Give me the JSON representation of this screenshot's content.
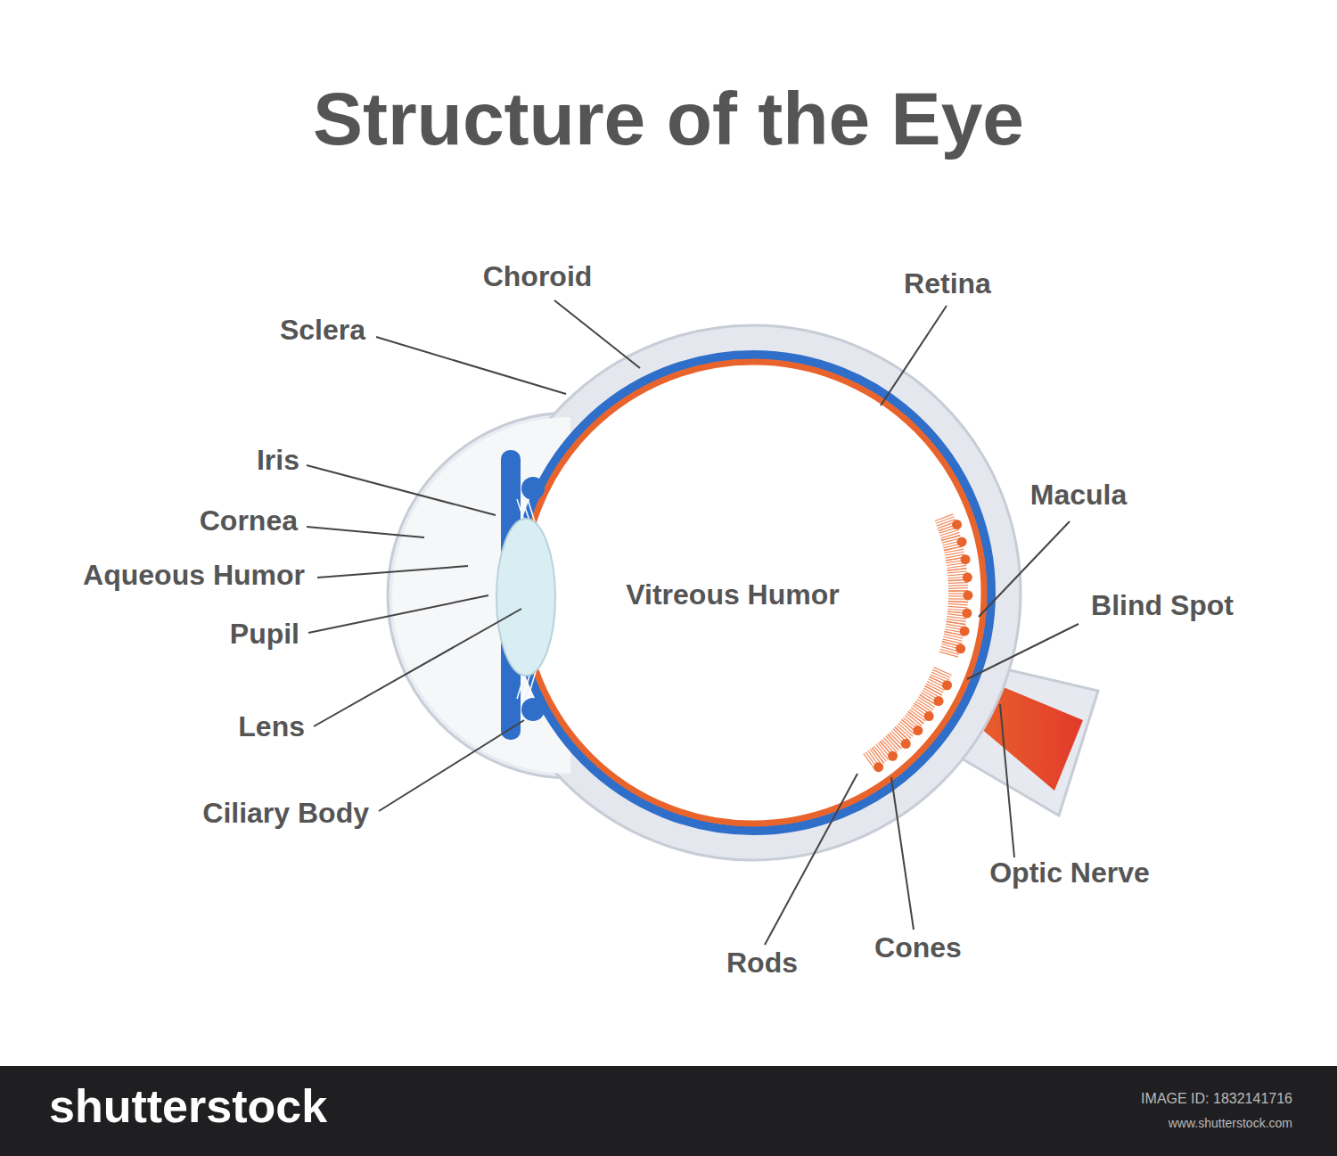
{
  "diagram": {
    "title": "Structure of the Eye",
    "labels": [
      "Choroid",
      "Retina",
      "Sclera",
      "Iris",
      "Macula",
      "Cornea",
      "Aqueous Humor",
      "Vitreous Humor",
      "Pupil",
      "Blind Spot",
      "Lens",
      "Ciliary Body",
      "Optic Nerve",
      "Cones",
      "Rods",
      "shutterstock",
      "IMAGE ID: 1832141716",
      "www.shutterstock.com"
    ]
  }
}
